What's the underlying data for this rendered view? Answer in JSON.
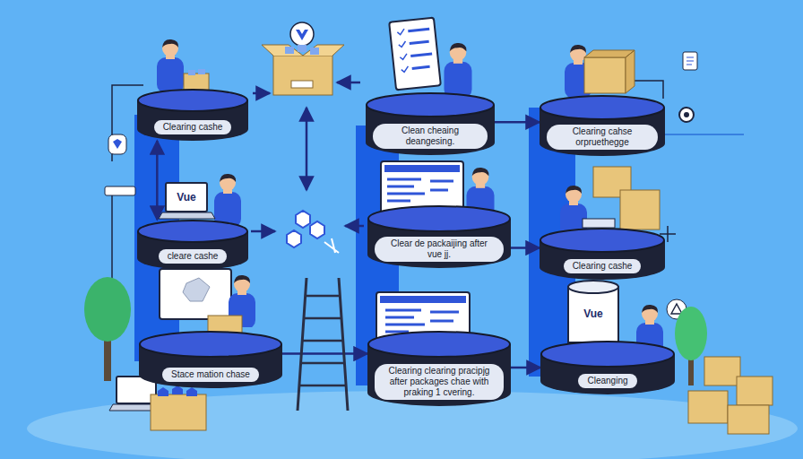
{
  "diagram": {
    "nodes": [
      {
        "text": [
          "Clearing cashe"
        ]
      },
      {
        "text": [
          "Clean cheaing deangesing."
        ]
      },
      {
        "text": [
          "Clearing cahse orpruethegge"
        ]
      },
      {
        "text": [
          "cleare cashe"
        ]
      },
      {
        "text": [
          "Clear de packaijing after vue jj."
        ]
      },
      {
        "text": [
          "Clearing cashe"
        ]
      },
      {
        "text": [
          "Stace mation chase"
        ]
      },
      {
        "text": [
          "Clearing clearing pracipjg after packages chae with praking 1 cvering."
        ]
      },
      {
        "text": [
          "Cleanging"
        ]
      }
    ],
    "edges": [
      {
        "from": 0,
        "to": 3,
        "arrow": "both"
      },
      {
        "from": 1,
        "to": 2,
        "arrow": "to"
      },
      {
        "from": 4,
        "to": 5,
        "arrow": "to"
      },
      {
        "from": 6,
        "to": 7,
        "arrow": "to"
      },
      {
        "from": 7,
        "to": 8,
        "arrow": "to"
      }
    ],
    "labels": [
      "Vue",
      "Vue"
    ]
  }
}
